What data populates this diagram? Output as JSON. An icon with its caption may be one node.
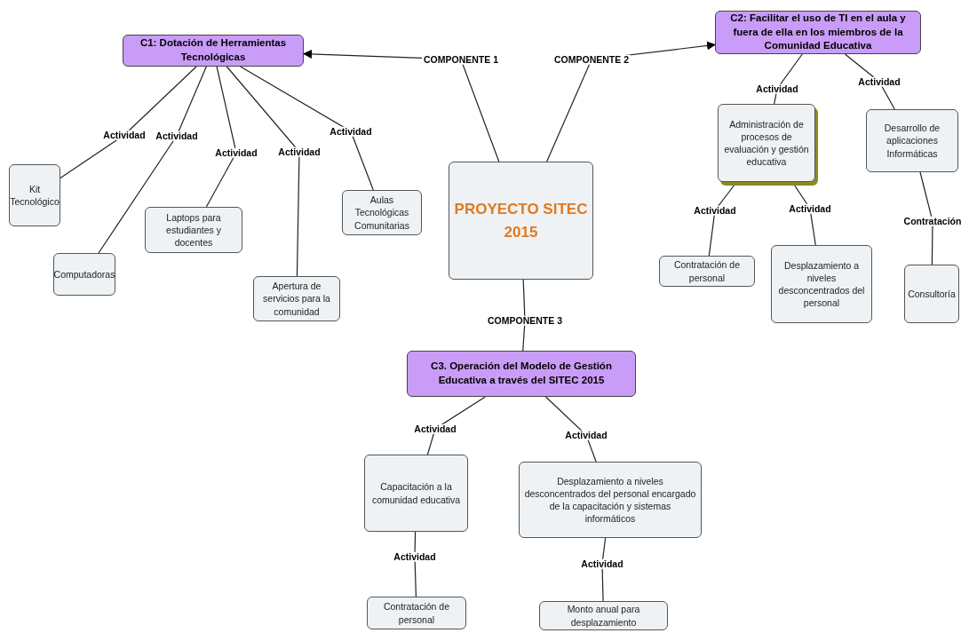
{
  "diagram": {
    "nodes": [
      {
        "text": [
          "C1: Dotación de Herramientas Tecnológicas"
        ]
      },
      {
        "text": [
          "Kit Tecnológico"
        ]
      },
      {
        "text": [
          "Computadoras"
        ]
      },
      {
        "text": [
          "Laptops para estudiantes y docentes"
        ]
      },
      {
        "text": [
          "Apertura de servicios para la comunidad"
        ]
      },
      {
        "text": [
          "Aulas Tecnológicas Comunitarias"
        ]
      },
      {
        "text": [
          "PROYECTO SITEC 2015"
        ]
      },
      {
        "text": [
          "C2: Facilitar el uso de TI en el aula y fuera de ella en los miembros de la Comunidad Educativa"
        ]
      },
      {
        "text": [
          "Administración de procesos de evaluación y gestión educativa"
        ]
      },
      {
        "text": [
          "Desarrollo de aplicaciones Informáticas"
        ]
      },
      {
        "text": [
          "Contratación de personal"
        ]
      },
      {
        "text": [
          "Desplazamiento a niveles desconcentrados del personal"
        ]
      },
      {
        "text": [
          "Consultoría"
        ]
      },
      {
        "text": [
          "C3. Operación del Modelo de Gestión Educativa a través del SITEC 2015"
        ]
      },
      {
        "text": [
          "Capacitación a la comunidad educativa"
        ]
      },
      {
        "text": [
          "Desplazamiento a niveles desconcentrados del personal encargado de la capacitación y sistemas informáticos"
        ]
      },
      {
        "text": [
          "Contratación de personal"
        ]
      },
      {
        "text": [
          "Monto anual para desplazamiento"
        ]
      }
    ],
    "edges": [
      {
        "from": 6,
        "to": 0,
        "label": "COMPONENTE 1",
        "arrow": "to"
      },
      {
        "from": 6,
        "to": 7,
        "label": "COMPONENTE 2",
        "arrow": "to"
      },
      {
        "from": 6,
        "to": 13,
        "label": "COMPONENTE 3",
        "arrow": "none"
      },
      {
        "from": 0,
        "to": 1,
        "label": "Actividad",
        "arrow": "none"
      },
      {
        "from": 0,
        "to": 2,
        "label": "Actividad",
        "arrow": "none"
      },
      {
        "from": 0,
        "to": 3,
        "label": "Actividad",
        "arrow": "none"
      },
      {
        "from": 0,
        "to": 4,
        "label": "Actividad",
        "arrow": "none"
      },
      {
        "from": 0,
        "to": 5,
        "label": "Actividad",
        "arrow": "none"
      },
      {
        "from": 7,
        "to": 8,
        "label": "Actividad",
        "arrow": "none"
      },
      {
        "from": 7,
        "to": 9,
        "label": "Actividad",
        "arrow": "none"
      },
      {
        "from": 8,
        "to": 10,
        "label": "Actividad",
        "arrow": "none"
      },
      {
        "from": 8,
        "to": 11,
        "label": "Actividad",
        "arrow": "none"
      },
      {
        "from": 9,
        "to": 12,
        "label": "Contratación",
        "arrow": "none"
      },
      {
        "from": 13,
        "to": 14,
        "label": "Actividad",
        "arrow": "none"
      },
      {
        "from": 13,
        "to": 15,
        "label": "Actividad",
        "arrow": "none"
      },
      {
        "from": 14,
        "to": 16,
        "label": "Actividad",
        "arrow": "none"
      },
      {
        "from": 15,
        "to": 17,
        "label": "Actividad",
        "arrow": "none"
      }
    ]
  }
}
